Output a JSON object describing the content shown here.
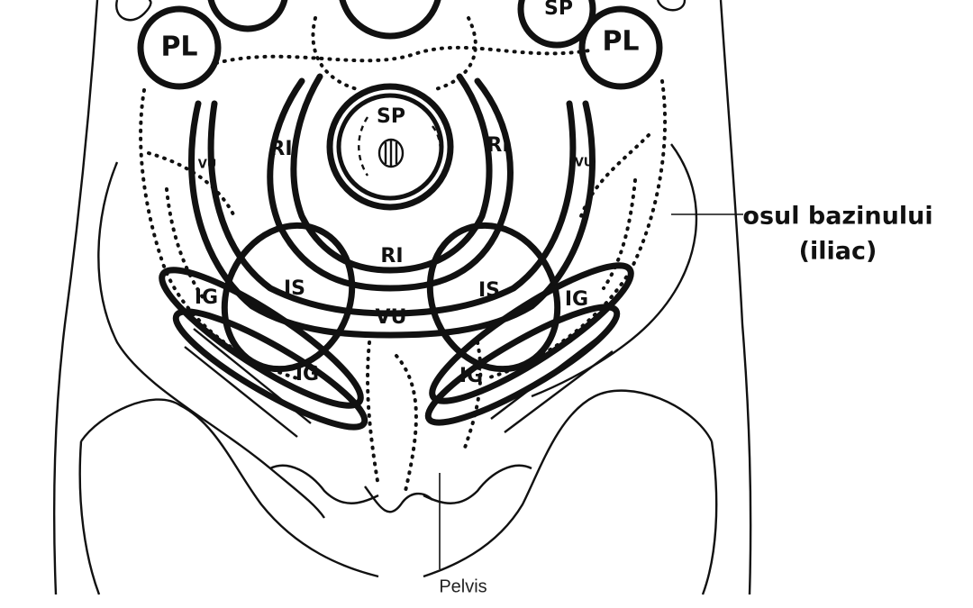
{
  "labels": {
    "pl_left": "PL",
    "pl_right": "PL",
    "sp_top_right": "SP",
    "sp_center": "SP",
    "ri_left": "RI",
    "ri_right": "RI",
    "ri_center": "RI",
    "vu_left": "VU",
    "vu_right": "VU",
    "vu_center": "VU",
    "is_left": "IS",
    "is_right": "IS",
    "ig_left_upper": "IG",
    "ig_right_upper": "IG",
    "ig_left_lower": "IG",
    "ig_right_lower": "IG",
    "iliac_line1": "osul bazinului",
    "iliac_line2": "(iliac)",
    "pelvis": "Pelvis"
  }
}
